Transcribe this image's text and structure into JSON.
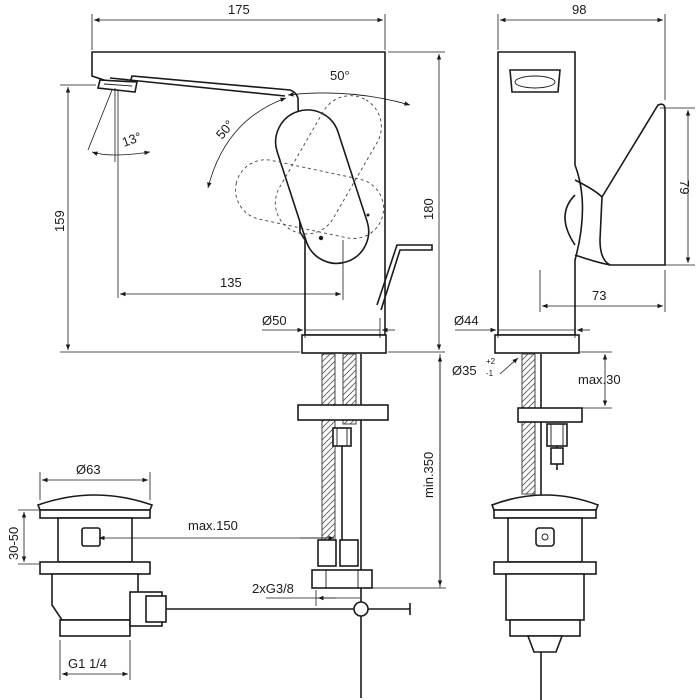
{
  "dimensions": {
    "width_175": "175",
    "width_98": "98",
    "angle_50_top": "50°",
    "angle_50_left": "50°",
    "angle_13": "13°",
    "height_159": "159",
    "height_180": "180",
    "height_79": "79",
    "reach_135": "135",
    "reach_73": "73",
    "diam_50": "Ø50",
    "diam_44": "Ø44",
    "diam_35": "Ø35",
    "tol_plus": "+2",
    "tol_minus": "-1",
    "max_30": "max.30",
    "min_350": "min.350",
    "diam_63": "Ø63",
    "range_30_50": "30-50",
    "max_150": "max.150",
    "thread_2x": "2xG3/8",
    "thread_g114": "G1 1/4"
  }
}
